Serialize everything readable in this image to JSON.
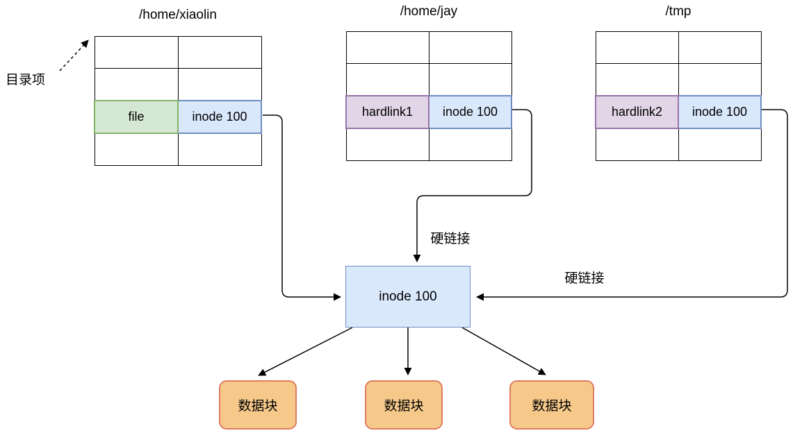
{
  "diagram": {
    "dir_entry_label": "目录项",
    "directories": [
      {
        "title": "/home/xiaolin",
        "entry_name": "file",
        "entry_inode": "inode 100",
        "name_fill": "#d5e8d4",
        "name_border": "#82b366",
        "inode_fill": "#dae8fc",
        "inode_border": "#6c8ebf"
      },
      {
        "title": "/home/jay",
        "entry_name": "hardlink1",
        "entry_inode": "inode 100",
        "name_fill": "#e1d5e7",
        "name_border": "#9673a6",
        "inode_fill": "#dae8fc",
        "inode_border": "#6c8ebf"
      },
      {
        "title": "/tmp",
        "entry_name": "hardlink2",
        "entry_inode": "inode 100",
        "name_fill": "#e1d5e7",
        "name_border": "#9673a6",
        "inode_fill": "#dae8fc",
        "inode_border": "#6c8ebf"
      }
    ],
    "inode_box": {
      "label": "inode 100",
      "fill": "#dae8fc",
      "border": "#6c8ebf"
    },
    "hardlink_label_top": "硬链接",
    "hardlink_label_right": "硬链接",
    "data_blocks": [
      {
        "label": "数据块"
      },
      {
        "label": "数据块"
      },
      {
        "label": "数据块"
      }
    ],
    "data_block_style": {
      "fill": "#f6c98b",
      "border": "#e07c60"
    },
    "line_color": "#000000"
  }
}
